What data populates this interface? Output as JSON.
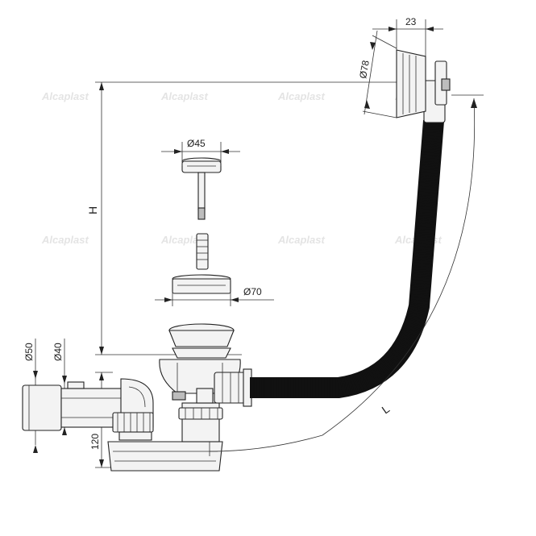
{
  "dimensions": {
    "width_23": "23",
    "dia_78": "Ø78",
    "dia_45": "Ø45",
    "dia_70": "Ø70",
    "height_h": "H",
    "dia_50": "Ø50",
    "dia_40": "Ø40",
    "height_120": "120",
    "length_l": "L"
  },
  "watermark": "Alcaplast"
}
